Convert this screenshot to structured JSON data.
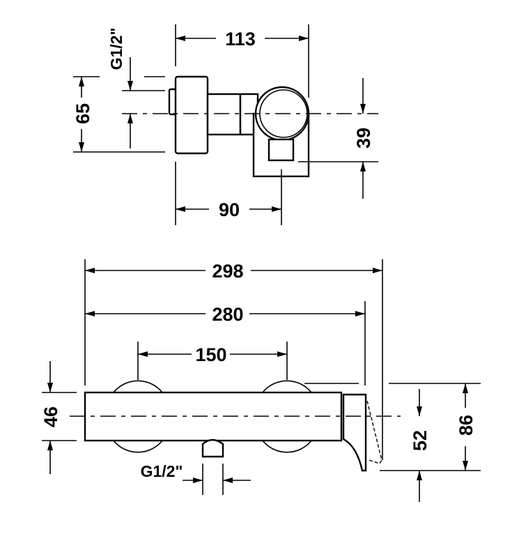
{
  "top_view": {
    "width_113": "113",
    "depth_90": "90",
    "height_65": "65",
    "offset_39": "39",
    "thread": "G1/2\""
  },
  "front_view": {
    "overall_298": "298",
    "body_280": "280",
    "centers_150": "150",
    "body_height_46": "46",
    "handle_52": "52",
    "handle_86": "86",
    "thread": "G1/2\""
  }
}
